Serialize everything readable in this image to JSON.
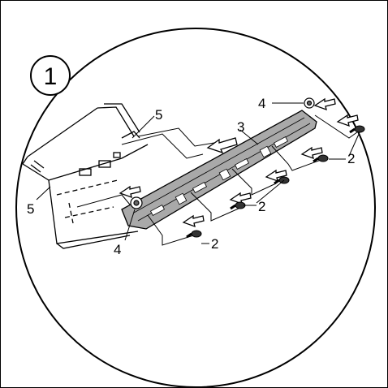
{
  "figure": {
    "step_number": "1",
    "callouts": {
      "screw": "2",
      "trim_panel": "3",
      "nut": "4",
      "clip": "5"
    }
  },
  "colors": {
    "line": "#000000",
    "panel_fill": "#a9a9a9",
    "panel_shade": "#8c8c8c",
    "background": "#ffffff"
  },
  "icons": [
    "arrow-icon",
    "screw-icon",
    "nut-icon"
  ]
}
